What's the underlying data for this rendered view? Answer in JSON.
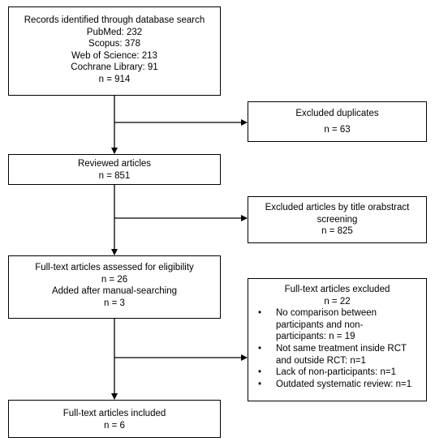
{
  "boxes": {
    "records": [
      "Records identified through database search",
      "PubMed: 232",
      "Scopus: 378",
      "Web of Science: 213",
      "Cochrane Library: 91",
      "n = 914"
    ],
    "duplicates": [
      "Excluded duplicates",
      "n = 63"
    ],
    "reviewed": [
      "Reviewed articles",
      "n = 851"
    ],
    "title_excluded": [
      "Excluded articles by title orabstract",
      "screening",
      "n = 825"
    ],
    "fulltext": [
      "Full-text articles assessed for eligibility",
      "n = 26",
      "Added after manual-searching",
      "n = 3"
    ],
    "fulltext_excluded": {
      "heading": "Full-text articles excluded",
      "count": "n = 22",
      "bullet_symbol": "•",
      "reasons": [
        [
          "No comparison between",
          "participants and non-",
          "participants: n = 19"
        ],
        [
          "Not same treatment inside RCT",
          "and outside RCT: n=1"
        ],
        [
          "Lack of non-participants: n=1"
        ],
        [
          "Outdated systematic review: n=1"
        ]
      ]
    },
    "included": [
      "Full-text articles included",
      "n = 6"
    ]
  }
}
